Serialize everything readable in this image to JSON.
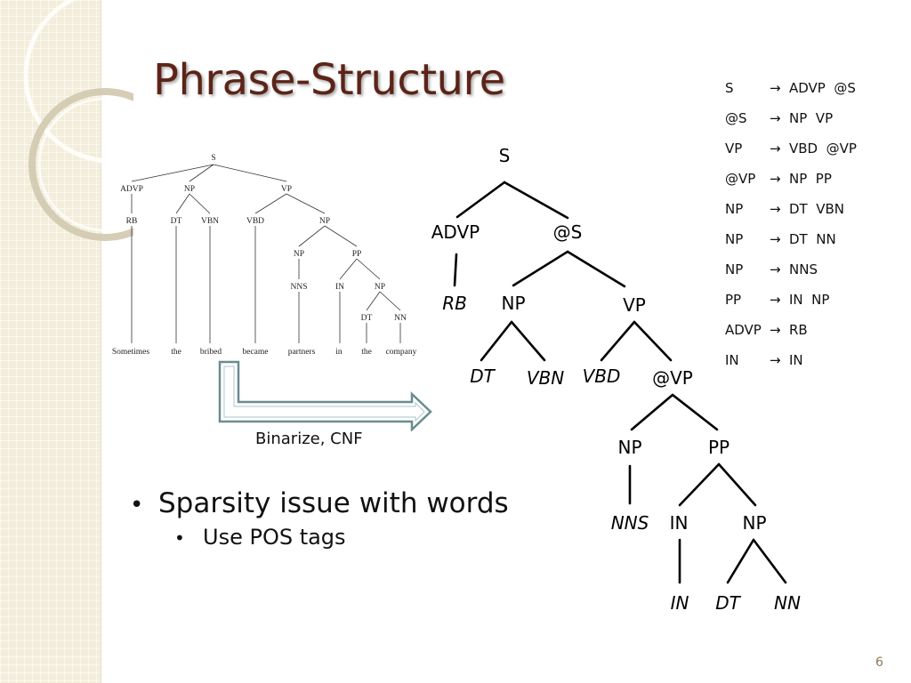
{
  "slide": {
    "title": "Phrase-Structure",
    "page_number": "6"
  },
  "small_tree": {
    "nodes": [
      "S",
      "ADVP",
      "NP",
      "VP",
      "RB",
      "DT",
      "VBN",
      "VBD",
      "NP",
      "NP",
      "PP",
      "NNS",
      "IN",
      "NP",
      "DT",
      "NN"
    ],
    "words": [
      "Sometimes",
      "the",
      "bribed",
      "became",
      "partners",
      "in",
      "the",
      "company"
    ]
  },
  "arrow_label": "Binarize, CNF",
  "big_tree": {
    "S": "S",
    "ADVP": "ADVP",
    "AtS": "@S",
    "RB": "RB",
    "NP1": "NP",
    "VP": "VP",
    "DT1": "DT",
    "VBN": "VBN",
    "VBD": "VBD",
    "AtVP": "@VP",
    "NP2": "NP",
    "PP": "PP",
    "NNS": "NNS",
    "IN1": "IN",
    "NP3": "NP",
    "IN2": "IN",
    "DT2": "DT",
    "NN": "NN"
  },
  "rules": [
    {
      "lhs": "S",
      "rhs": "ADVP  @S"
    },
    {
      "lhs": "@S",
      "rhs": "NP  VP"
    },
    {
      "lhs": "VP",
      "rhs": "VBD  @VP"
    },
    {
      "lhs": "@VP",
      "rhs": "NP  PP"
    },
    {
      "lhs": "NP",
      "rhs": "DT  VBN"
    },
    {
      "lhs": "NP",
      "rhs": "DT  NN"
    },
    {
      "lhs": "NP",
      "rhs": "NNS"
    },
    {
      "lhs": "PP",
      "rhs": "IN  NP"
    },
    {
      "lhs": "ADVP",
      "rhs": "RB"
    },
    {
      "lhs": "IN",
      "rhs": "IN"
    }
  ],
  "rule_arrow": "→",
  "bullets": {
    "main": "Sparsity issue with words",
    "sub": "Use POS tags",
    "dot": "•"
  }
}
